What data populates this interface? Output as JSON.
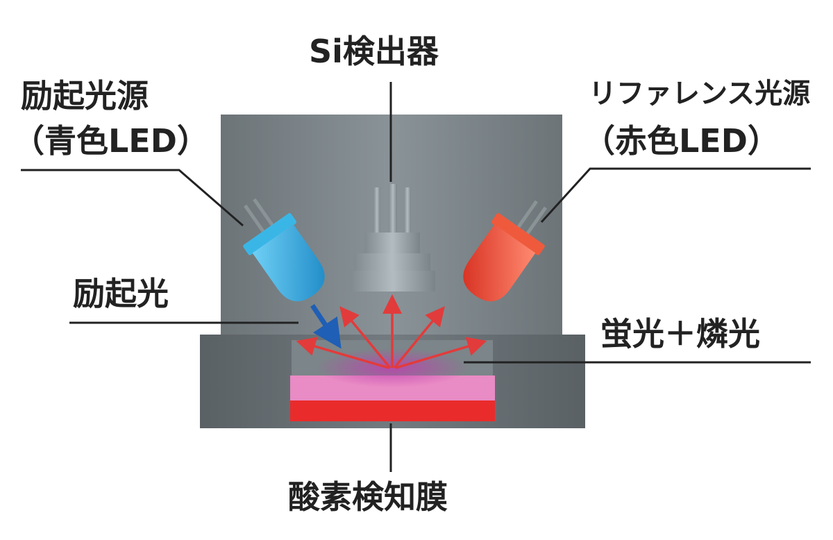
{
  "labels": {
    "detector": "Si検出器",
    "excitation_source_line1": "励起光源",
    "excitation_source_line2": "（青色LED）",
    "reference_source_line1": "リファレンス光源",
    "reference_source_line2": "（赤色LED）",
    "excitation_light": "励起光",
    "emission_light": "蛍光＋燐光",
    "sensing_film": "酸素検知膜"
  },
  "colors": {
    "housing": "#7a8388",
    "housing_dark": "#5f6669",
    "blue_led": "#2aa9dc",
    "red_led": "#e8412c",
    "film_pink": "#e98bc4",
    "film_red": "#ea2b2b",
    "ray_red": "#e23b3b",
    "ray_blue": "#1f5fb5",
    "leader_line": "#222222"
  }
}
